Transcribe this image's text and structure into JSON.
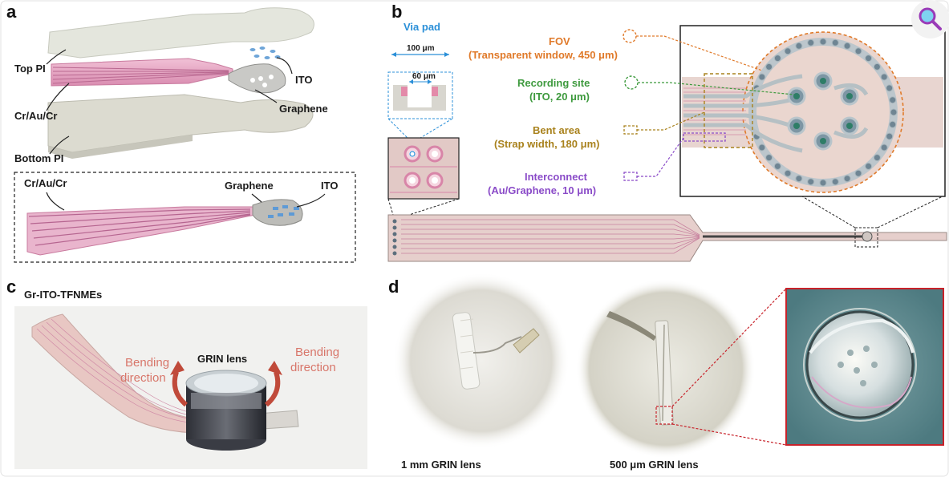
{
  "panels": {
    "a": "a",
    "b": "b",
    "c": "c",
    "d": "d"
  },
  "panel_a": {
    "top_pi": "Top PI",
    "cr_au_cr": "Cr/Au/Cr",
    "bottom_pi": "Bottom PI",
    "ito": "ITO",
    "graphene": "Graphene",
    "inset_cr_au_cr": "Cr/Au/Cr",
    "inset_graphene": "Graphene",
    "inset_ito": "ITO"
  },
  "panel_b": {
    "via_pad": "Via pad",
    "dim_100": "100 μm",
    "dim_60": "60 μm",
    "fov_title": "FOV",
    "fov_detail": "(Transparent window, 450 μm)",
    "rec_title": "Recording site",
    "rec_detail": "(ITO, 20 μm)",
    "bent_title": "Bent area",
    "bent_detail": "(Strap width, 180 μm)",
    "inter_title": "Interconnect",
    "inter_detail": "(Au/Graphene, 10 μm)"
  },
  "panel_c": {
    "title": "Gr-ITO-TFNMEs",
    "grin": "GRIN lens",
    "bend_l1": "Bending",
    "bend_l2": "direction",
    "bend_r1": "Bending",
    "bend_r2": "direction"
  },
  "panel_d": {
    "cap_1mm": "1 mm GRIN lens",
    "cap_500": "500 μm GRIN lens"
  },
  "colors": {
    "fov": "#e07a2a",
    "recording": "#3e9a3e",
    "bent": "#a9821d",
    "interconnect": "#8a4bc8",
    "via": "#2a8fd8",
    "bending": "#d8766a",
    "trace_pink": "#e2a4c0",
    "red_box": "#c8222a"
  },
  "icons": {
    "corner": "magnifier-icon"
  }
}
